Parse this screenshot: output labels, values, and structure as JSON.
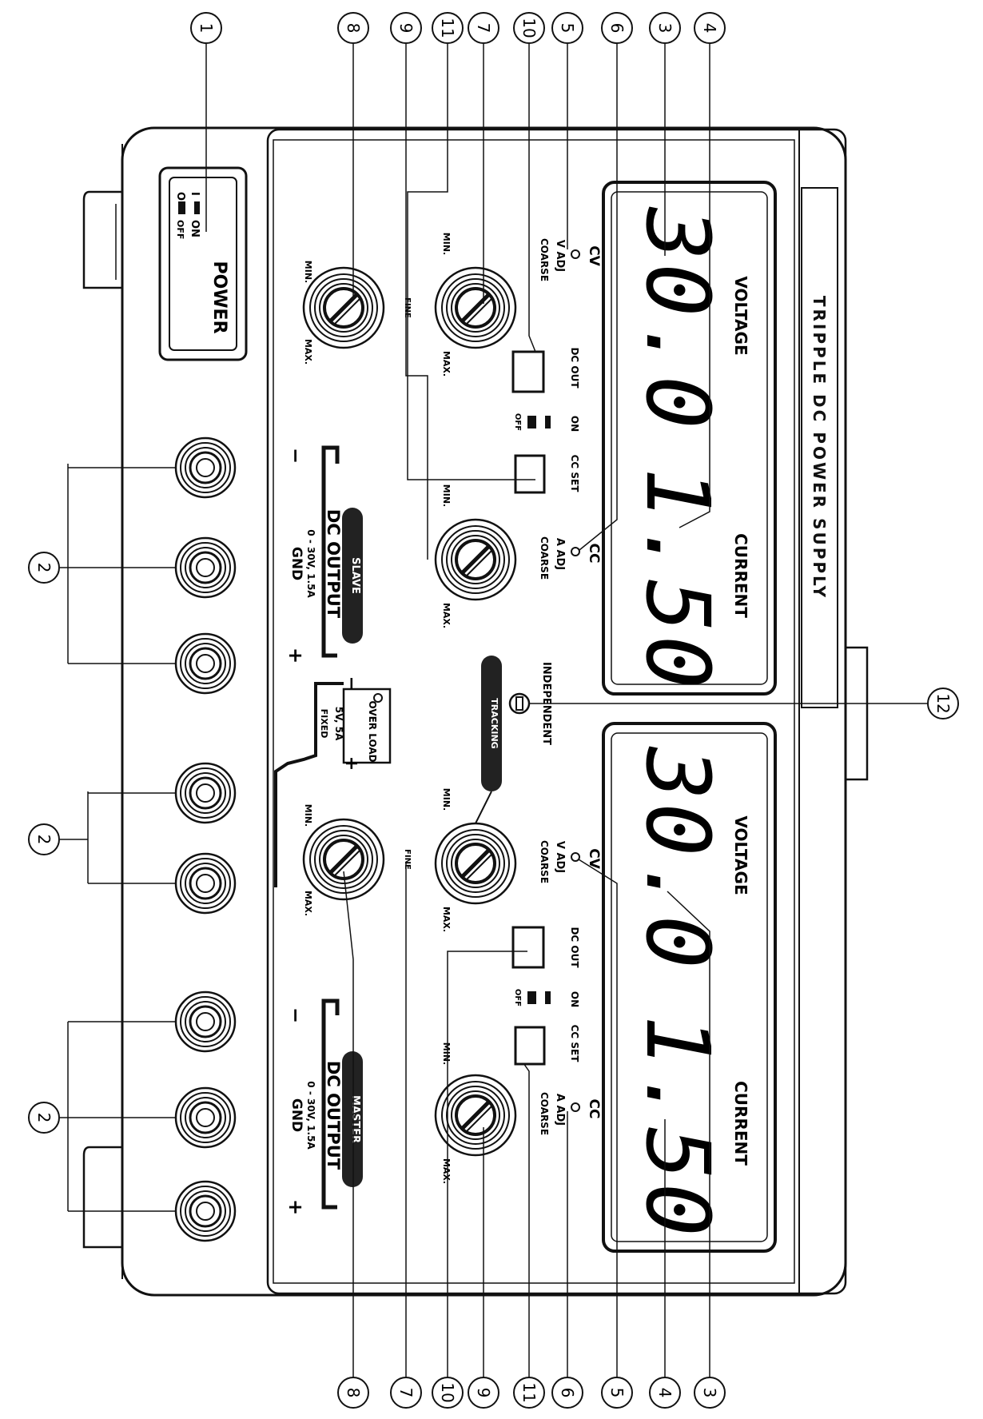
{
  "callouts": {
    "top": [
      "1",
      "8",
      "9",
      "11",
      "7",
      "10",
      "5",
      "6",
      "3",
      "4"
    ],
    "right": [
      "12"
    ],
    "bottom": [
      "8",
      "7",
      "10",
      "9",
      "11",
      "6",
      "5",
      "4",
      "3"
    ],
    "left": [
      "2",
      "2",
      "2"
    ]
  },
  "power": {
    "on_label": "ON",
    "off_label": "OFF",
    "title": "POWER",
    "on_mark": "I",
    "off_mark": "O"
  },
  "title": "TRIPPLE DC POWER SUPPLY",
  "display_top": {
    "voltage_label": "VOLTAGE",
    "voltage_value": "30.0",
    "current_label": "CURRENT",
    "current_value": "1.50"
  },
  "display_bottom": {
    "voltage_label": "VOLTAGE",
    "voltage_value": "30.0",
    "current_label": "CURRENT",
    "current_value": "1.50"
  },
  "controls": {
    "cv": "CV",
    "cc": "CC",
    "v_adj": "V ADJ",
    "a_adj": "A ADJ",
    "coarse": "COARSE",
    "fine": "FINE",
    "min": "MIN.",
    "max": "MAX.",
    "dc_out": "DC OUT",
    "on": "ON",
    "off": "OFF",
    "cc_set": "CC SET",
    "tracking": "TRACKING",
    "independent": "INDEPENDENT"
  },
  "slave": {
    "badge": "SLAVE",
    "output": "DC OUTPUT",
    "spec": "0 - 30V, 1.5A",
    "gnd": "GND",
    "minus": "−",
    "plus": "+"
  },
  "master": {
    "badge": "MASTER",
    "output": "DC OUTPUT",
    "spec": "0 - 30V, 1.5A",
    "gnd": "GND",
    "minus": "−",
    "plus": "+"
  },
  "fixed": {
    "overload": "OVER LOAD",
    "spec": "5V, 5A",
    "fixed": "FIXED",
    "minus": "−",
    "plus": "+"
  }
}
